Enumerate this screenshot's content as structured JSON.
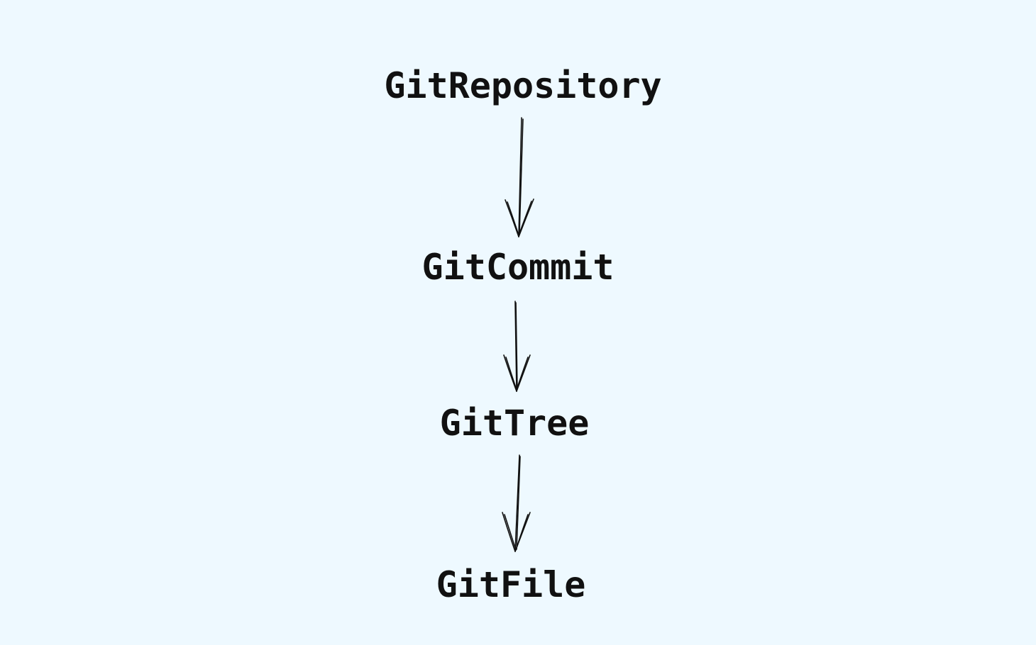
{
  "diagram": {
    "nodes": [
      {
        "id": "repo",
        "label": "GitRepository"
      },
      {
        "id": "commit",
        "label": "GitCommit"
      },
      {
        "id": "tree",
        "label": "GitTree"
      },
      {
        "id": "file",
        "label": "GitFile"
      }
    ],
    "edges": [
      {
        "from": "repo",
        "to": "commit"
      },
      {
        "from": "commit",
        "to": "tree"
      },
      {
        "from": "tree",
        "to": "file"
      }
    ],
    "colors": {
      "background": "#eef9ff",
      "ink": "#111111"
    }
  }
}
